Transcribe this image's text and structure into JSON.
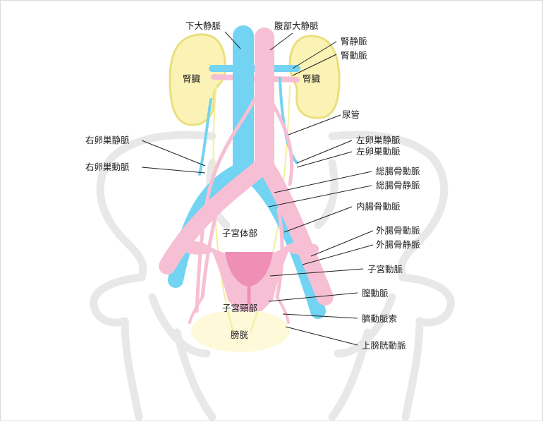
{
  "colors": {
    "vein": "#72d3f3",
    "artery": "#f7bfd3",
    "artery_dark": "#ef8fb5",
    "kidney_fill": "#fbf3b6",
    "kidney_stroke": "#eadf7c",
    "ureter": "#f3ee9e",
    "bladder": "#fdf9d9",
    "bone": "#e8e8e8",
    "leader": "#222222"
  },
  "labels": {
    "ivc": "下大静脈",
    "aorta": "腹部大静脈",
    "renal_vein": "腎静脈",
    "renal_artery": "腎動脈",
    "kidney_right": "腎臓",
    "kidney_left": "腎臓",
    "ureter": "尿管",
    "r_ovarian_vein": "右卵巣静脈",
    "r_ovarian_artery": "右卵巣動脈",
    "l_ovarian_vein": "左卵巣静脈",
    "l_ovarian_artery": "左卵巣動脈",
    "common_iliac_artery": "総腸骨動脈",
    "common_iliac_vein": "総腸骨静脈",
    "internal_iliac_artery": "内腸骨動脈",
    "uterus_body": "子宮体部",
    "external_iliac_artery": "外腸骨動脈",
    "external_iliac_vein": "外腸骨静脈",
    "uterine_artery": "子宮動脈",
    "vaginal_artery": "膣動脈",
    "cervix": "子宮頸部",
    "umbilical_ligament": "臍動脈索",
    "bladder": "膀胱",
    "superior_vesical_artery": "上膀胱動脈"
  }
}
